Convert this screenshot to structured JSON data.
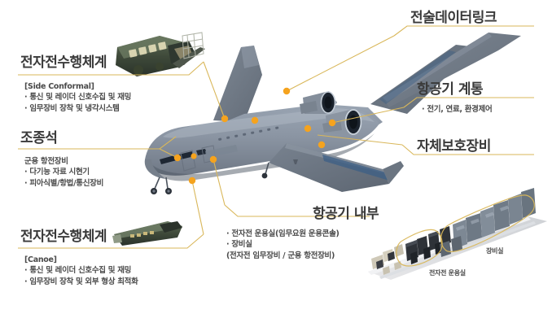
{
  "page": {
    "background": "#ffffff",
    "accent_line_color": "#d9b75a",
    "callout_dot_color": "#f5a31e",
    "title_color": "#3a3a3a",
    "body_color": "#4a4a4a",
    "aircraft_color": "#8f9aa8"
  },
  "callouts": [
    {
      "id": "ew-side-conformal",
      "title": "전자전수행체계",
      "lines": [
        "[Side Conformal]",
        "· 통신 및 레이더 신호수집 및 재밍",
        "· 임무장비 장착 및 냉각시스템"
      ]
    },
    {
      "id": "cockpit",
      "title": "조종석",
      "lines": [
        "군용 항전장비",
        "· 다기능 자료 시현기",
        "· 피아식별/항법/통신장비"
      ]
    },
    {
      "id": "ew-canoe",
      "title": "전자전수행체계",
      "lines": [
        "[Canoe]",
        "· 통신 및 레이더 신호수집 및 재밍",
        "· 임무장비 장착 및 외부 형상 최적화"
      ]
    },
    {
      "id": "tactical-datalink",
      "title": "전술데이터링크",
      "lines": []
    },
    {
      "id": "aircraft-systems",
      "title": "항공기 계통",
      "lines": [
        "· 전기, 연료, 환경제어"
      ]
    },
    {
      "id": "self-protection",
      "title": "자체보호장비",
      "lines": []
    },
    {
      "id": "aircraft-interior",
      "title": "항공기 내부",
      "lines": [
        "· 전자전 운용실(임무요원 운용콘솔)",
        "· 장비실",
        "  (전자전 임무장비 / 군용 항전장비)"
      ]
    }
  ],
  "interior_labels": {
    "ew_ops_room": "전자전 운용실",
    "equipment_room": "장비실"
  },
  "figures": {
    "side_conformal_pod": "ew-side-conformal-pod-image",
    "canoe_pod": "ew-canoe-pod-image",
    "aircraft": "aircraft-3d-render",
    "interior_cabin": "aircraft-interior-cutaway-image"
  }
}
